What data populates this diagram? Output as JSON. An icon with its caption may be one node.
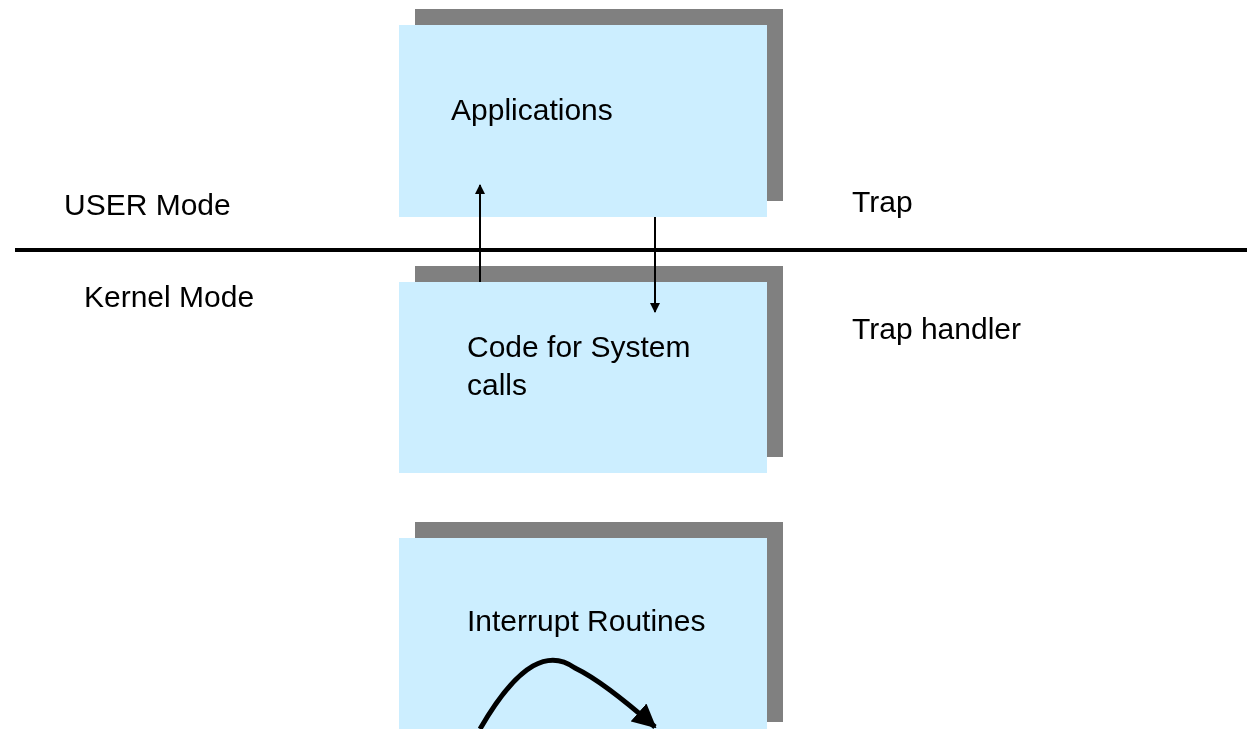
{
  "diagram": {
    "nodes": [
      {
        "text": [
          "Applications"
        ]
      },
      {
        "text": [
          "Code for System calls"
        ]
      },
      {
        "text": [
          "Interrupt Routines"
        ]
      }
    ],
    "edges": [
      {
        "from": 1,
        "to": 0,
        "arrow": "to"
      },
      {
        "from": 0,
        "to": 1,
        "arrow": "to"
      }
    ],
    "labels": [
      "USER Mode",
      "Trap",
      "Kernel Mode",
      "Trap handler"
    ]
  }
}
